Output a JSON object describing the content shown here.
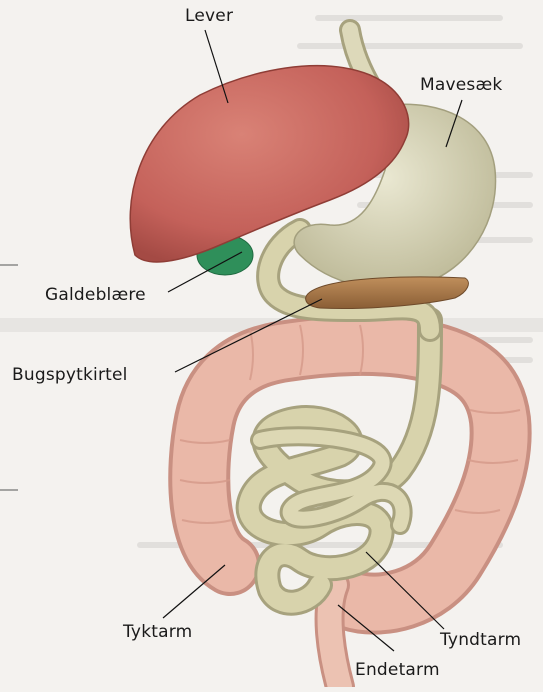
{
  "labels": {
    "liver": "Lever",
    "stomach": "Mavesæk",
    "gallbladder": "Galdeblære",
    "pancreas": "Bugspytkirtel",
    "large_intestine": "Tyktarm",
    "small_intestine": "Tyndtarm",
    "rectum": "Endetarm"
  },
  "colors": {
    "liver": "#c8665a",
    "stomach": "#d9d6b8",
    "gallbladder": "#2f8f5a",
    "pancreas": "#a87a4a",
    "large_intestine": "#eab8a8",
    "small_intestine": "#d4cfa6",
    "background": "#f4f2ef"
  }
}
